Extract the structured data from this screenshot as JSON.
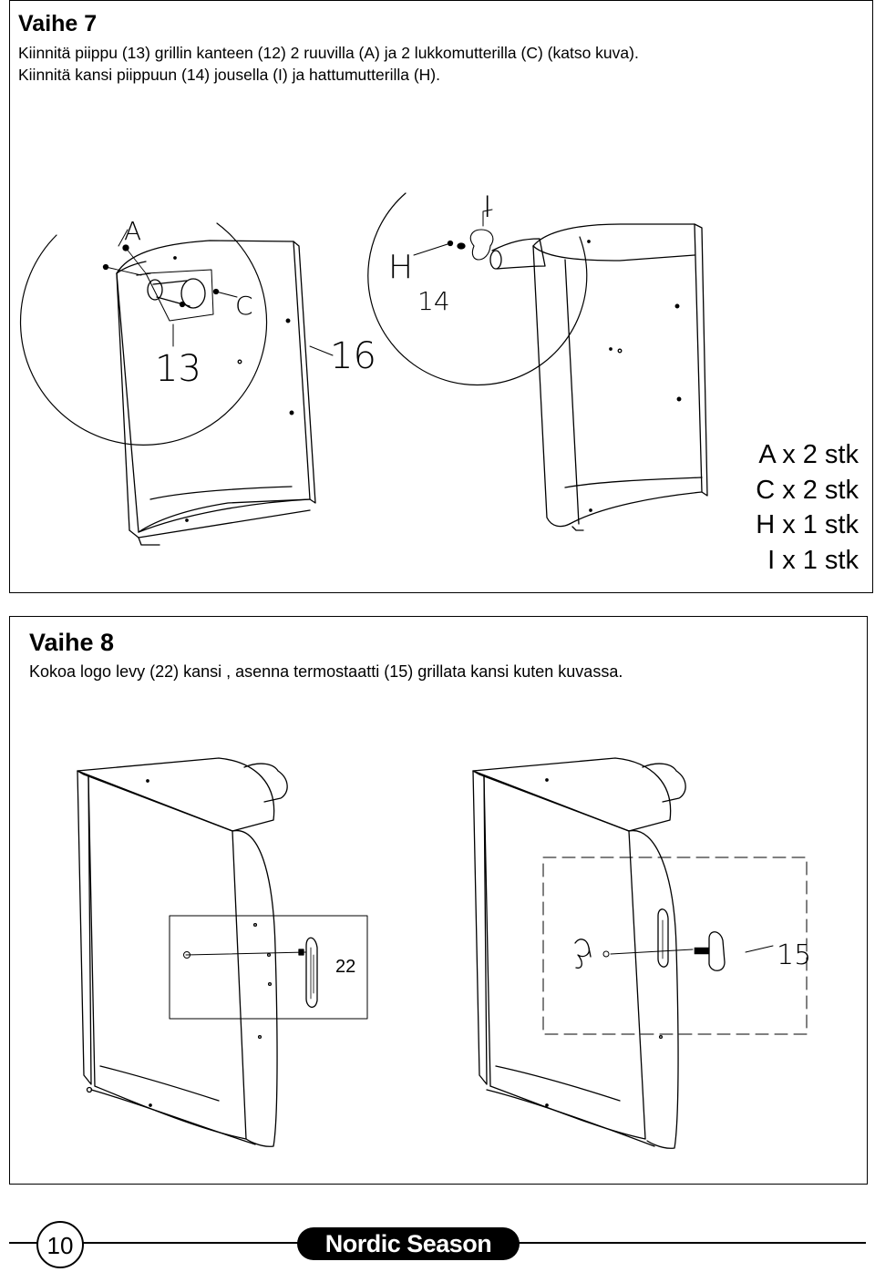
{
  "step7": {
    "title": "Vaihe 7",
    "line1": "Kiinnitä piippu (13) grillin kanteen (12) 2 ruuvilla (A) ja 2 lukkomutterilla (C) (katso kuva).",
    "line2": "Kiinnitä kansi piippuun (14) jousella (I) ja hattumutterilla (H).",
    "labels": {
      "a": "A",
      "c": "C",
      "n13": "13",
      "n16": "16",
      "h": "H",
      "i": "I",
      "n14": "14"
    },
    "parts": [
      "A x 2 stk",
      "C x 2 stk",
      "H x 1 stk",
      "I x 1 stk"
    ]
  },
  "step8": {
    "title": "Vaihe 8",
    "line1": "Kokoa logo levy (22) kansi , asenna termostaatti (15) grillata kansi kuten kuvassa.",
    "labels": {
      "n22": "22",
      "n15": "15"
    }
  },
  "footer": {
    "page_number": "10",
    "brand": "Nordic Season"
  }
}
